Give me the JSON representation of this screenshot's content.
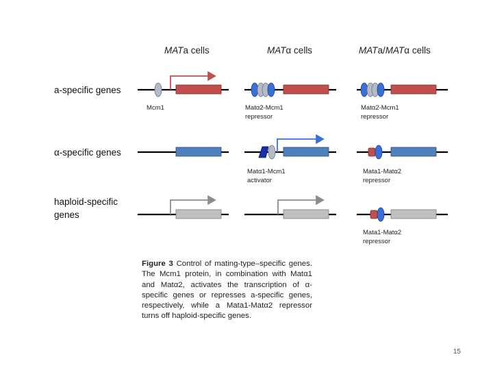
{
  "column_headers": [
    {
      "italic": "MAT",
      "suffix": "a cells"
    },
    {
      "italic": "MAT",
      "suffix": "α cells"
    },
    {
      "italic": "MAT",
      "middle": "a/",
      "italic2": "MAT",
      "suffix": "α cells"
    }
  ],
  "row_labels": {
    "a_specific": "a-specific genes",
    "alpha_specific": "α-specific genes",
    "haploid_line1": "haploid-specific",
    "haploid_line2": "genes"
  },
  "protein_labels": {
    "r1c1": {
      "line1": "Mcm1",
      "line2": ""
    },
    "r1c2": {
      "line1": "Matα2-Mcm1",
      "line2": "repressor"
    },
    "r1c3": {
      "line1": "Matα2-Mcm1",
      "line2": "repressor"
    },
    "r2c2": {
      "line1": "Matα1-Mcm1",
      "line2": "activator"
    },
    "r2c3": {
      "line1": "Mata1-Matα2",
      "line2": "repressor"
    },
    "r3c3": {
      "line1": "Mata1-Matα2",
      "line2": "repressor"
    }
  },
  "caption": {
    "label": "Figure 3",
    "text": "Control of mating-type–specific genes. The Mcm1 protein, in combination with Matα1 and Matα2, activates the transcription of α-specific genes or represses a-specific genes, respectively, while a Mata1-Matα2 repressor turns off haploid-specific genes."
  },
  "page_number": "15",
  "colors": {
    "a_gene": "#c0504d",
    "alpha_gene": "#4f81bd",
    "haploid_gene": "#bfbfbf",
    "mcm1": "#b3bcc6",
    "alpha2": "#3a6fd8",
    "alpha1": "#1a2ea8",
    "a1": "#c0504d",
    "arrow_active_a": "#c0504d",
    "arrow_active_alpha": "#3a6fd8",
    "arrow_haploid": "#8c8c8c"
  }
}
